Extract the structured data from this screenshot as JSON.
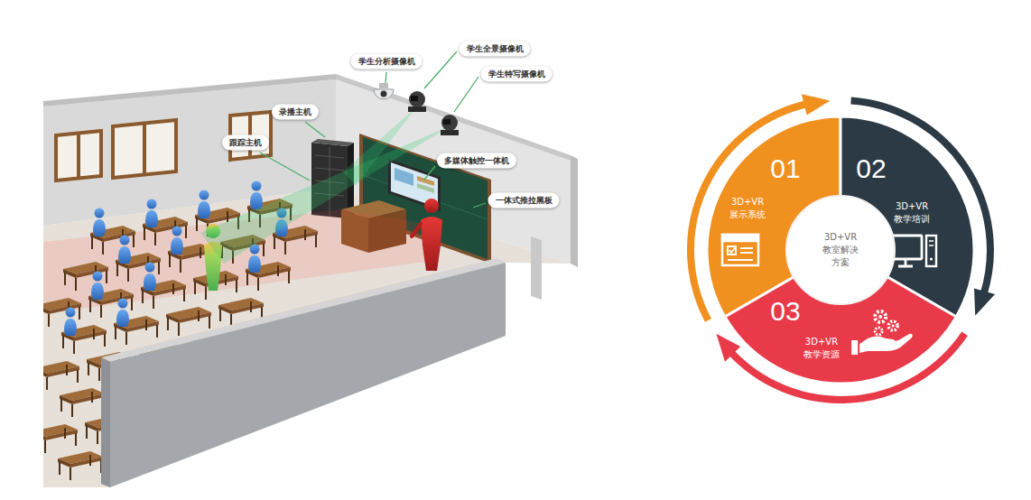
{
  "diagram": {
    "nodes": [
      {
        "text": [
          "01",
          "3D+VR 展示系统"
        ]
      },
      {
        "text": [
          "02",
          "3D+VR 教学培训"
        ]
      },
      {
        "text": [
          "3D+VR 教室解决 方案"
        ]
      },
      {
        "text": [
          "03",
          "3D+VR 教学资源"
        ]
      }
    ],
    "labels": [
      "学生分析摄像机",
      "学生全景摄像机",
      "学生特写摄像机",
      "录播主机",
      "跟踪主机",
      "多媒体触控一体机",
      "一体式推拉黑板"
    ]
  }
}
